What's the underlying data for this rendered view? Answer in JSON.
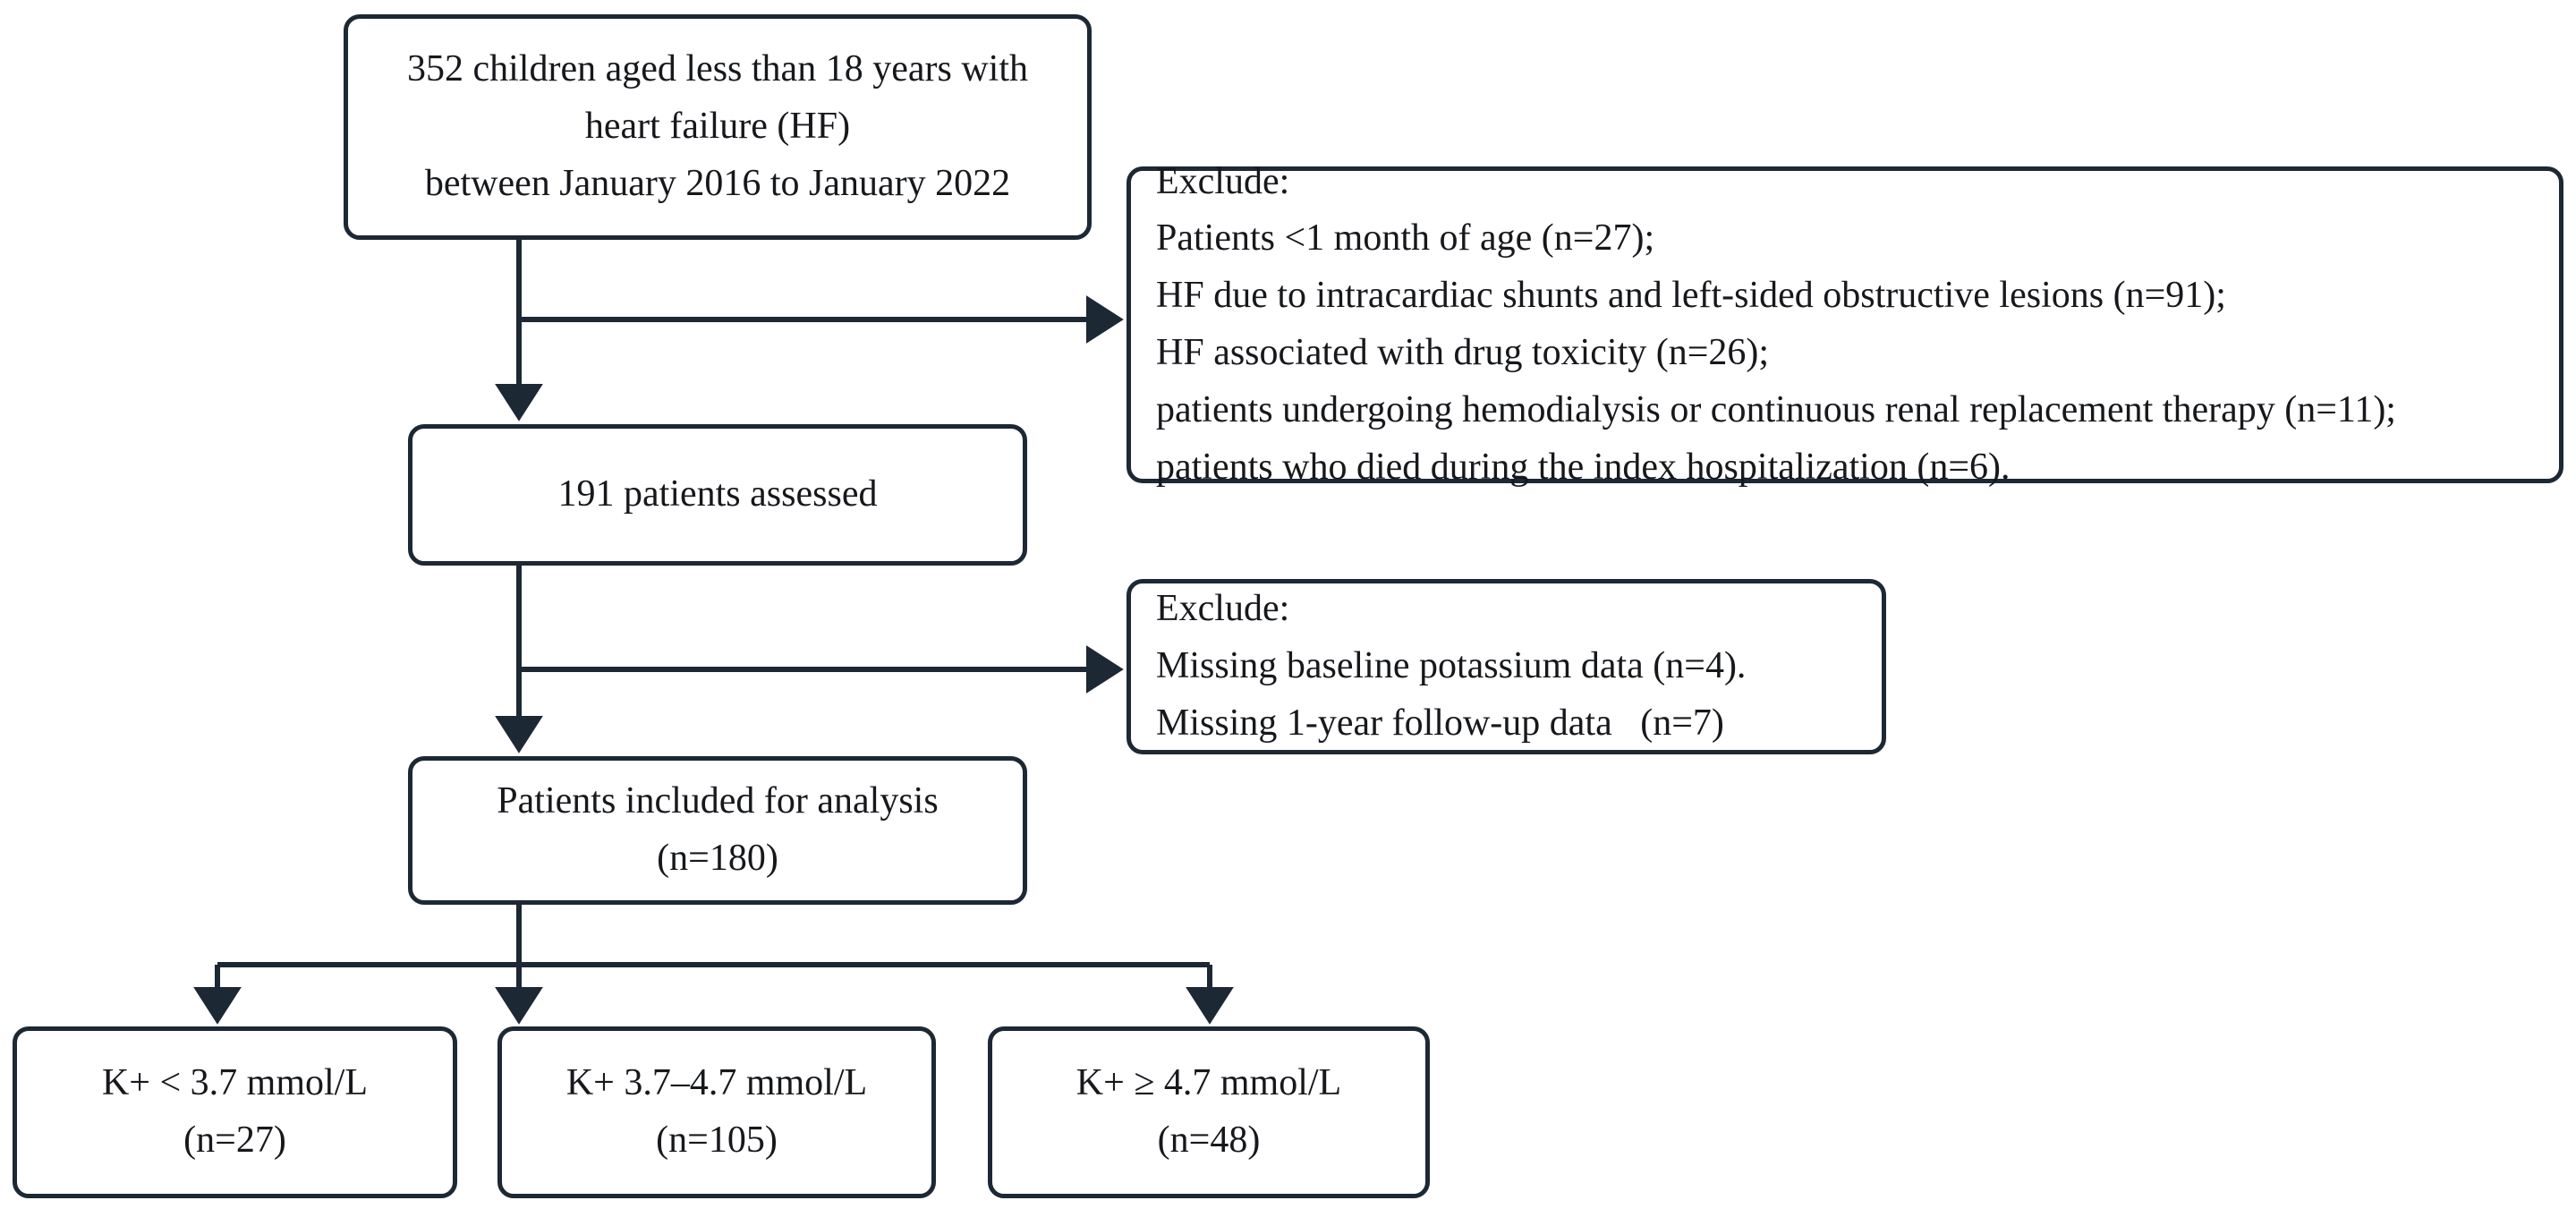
{
  "diagram": {
    "type": "flowchart",
    "title": "Patient selection flow diagram",
    "accent_color": "#1d2835",
    "background_color": "#ffffff",
    "text_color": "#16181c"
  },
  "nodes": {
    "cohort": {
      "lines": [
        "352 children aged less than 18 years with",
        "heart failure (HF)",
        "between January 2016 to January 2022"
      ],
      "count": 352
    },
    "exclude_1": {
      "lines": [
        "Exclude:",
        "Patients <1 month of age (n=27);",
        "HF due to intracardiac shunts and left-sided obstructive lesions (n=91);",
        "HF associated with drug toxicity (n=26);",
        "patients undergoing hemodialysis or continuous renal replacement therapy (n=11);",
        "patients who died during the index hospitalization (n=6)."
      ],
      "counts": [
        27,
        91,
        26,
        11,
        6
      ]
    },
    "assessed": {
      "lines": [
        "191 patients assessed"
      ],
      "count": 191
    },
    "exclude_2": {
      "lines": [
        "Exclude:",
        "Missing baseline potassium data (n=4).",
        "Missing 1-year follow-up data   (n=7)"
      ],
      "counts": [
        4,
        7
      ]
    },
    "included": {
      "lines": [
        "Patients included for analysis",
        "(n=180)"
      ],
      "count": 180
    },
    "group_low": {
      "lines": [
        "K+ < 3.7 mmol/L",
        "(n=27)"
      ],
      "count": 27,
      "label": "K+ < 3.7 mmol/L"
    },
    "group_mid": {
      "lines": [
        "K+ 3.7–4.7 mmol/L",
        "(n=105)"
      ],
      "count": 105,
      "label": "K+ 3.7–4.7 mmol/L"
    },
    "group_high": {
      "lines": [
        "K+ ≥ 4.7 mmol/L",
        "(n=48)"
      ],
      "count": 48,
      "label": "K+ ≥ 4.7 mmol/L"
    }
  },
  "connectors": [
    {
      "name": "cohort-to-assessed",
      "from": "cohort",
      "to": "assessed",
      "kind": "arrow-down"
    },
    {
      "name": "cohort-to-exclude-1",
      "from": "cohort",
      "to": "exclude_1",
      "kind": "arrow-right"
    },
    {
      "name": "assessed-to-included",
      "from": "assessed",
      "to": "included",
      "kind": "arrow-down"
    },
    {
      "name": "assessed-to-exclude-2",
      "from": "assessed",
      "to": "exclude_2",
      "kind": "arrow-right"
    },
    {
      "name": "included-to-group-low",
      "from": "included",
      "to": "group_low",
      "kind": "arrow-down"
    },
    {
      "name": "included-to-group-mid",
      "from": "included",
      "to": "group_mid",
      "kind": "arrow-down"
    },
    {
      "name": "included-to-group-high",
      "from": "included",
      "to": "group_high",
      "kind": "arrow-down"
    }
  ]
}
